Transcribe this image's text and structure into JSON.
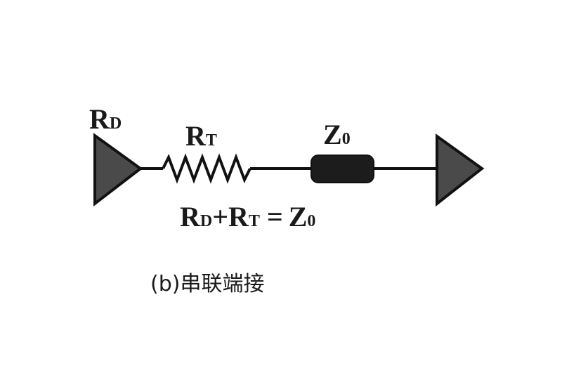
{
  "driver": {
    "main": "R",
    "sub": "D"
  },
  "resistor": {
    "main": "R",
    "sub": "T"
  },
  "line": {
    "main": "Z",
    "sub": "0"
  },
  "equation": {
    "t1_main": "R",
    "t1_sub": "D",
    "plus": "+",
    "t2_main": "R",
    "t2_sub": "T",
    "equals": " =",
    "t3_main": "Z",
    "t3_sub": "0"
  },
  "caption": "(b)串联端接"
}
